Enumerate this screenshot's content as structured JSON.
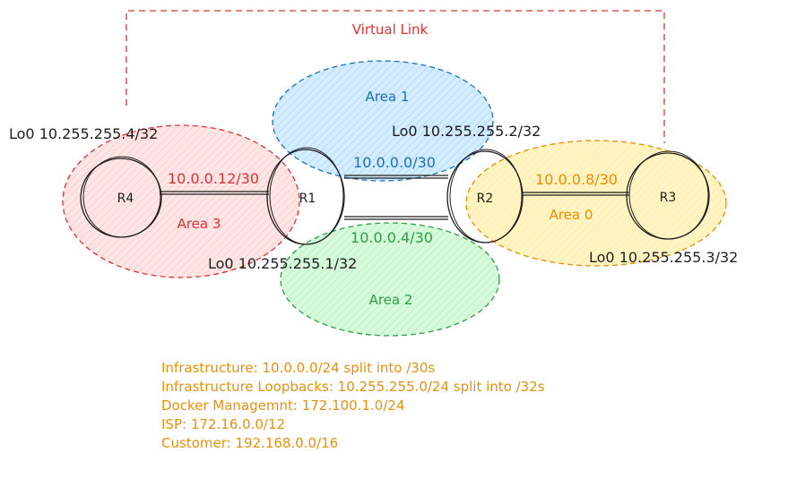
{
  "virtual_link": {
    "label": "Virtual Link",
    "color": "#e03131"
  },
  "areas": [
    {
      "id": "area1",
      "label": "Area 1",
      "stroke": "#1971c2",
      "fill": "#a5d8ff"
    },
    {
      "id": "area3",
      "label": "Area 3",
      "stroke": "#e03131",
      "fill": "#ffc9c9"
    },
    {
      "id": "area2",
      "label": "Area 2",
      "stroke": "#2f9e44",
      "fill": "#b2f2bb"
    },
    {
      "id": "area0",
      "label": "Area 0",
      "stroke": "#f08c00",
      "fill": "#ffec99"
    }
  ],
  "routers": [
    {
      "id": "r4",
      "label": "R4",
      "loopback": "Lo0 10.255.255.4/32"
    },
    {
      "id": "r1",
      "label": "R1",
      "loopback": "Lo0 10.255.255.1/32"
    },
    {
      "id": "r2",
      "label": "R2",
      "loopback": "Lo0 10.255.255.2/32"
    },
    {
      "id": "r3",
      "label": "R3",
      "loopback": "Lo0 10.255.255.3/32"
    }
  ],
  "links": [
    {
      "id": "r4-r1",
      "label": "10.0.0.12/30",
      "color": "#e03131"
    },
    {
      "id": "r1-r2-a",
      "label": "10.0.0.0/30",
      "color": "#1971c2"
    },
    {
      "id": "r1-r2-b",
      "label": "10.0.0.4/30",
      "color": "#2f9e44"
    },
    {
      "id": "r2-r3",
      "label": "10.0.0.8/30",
      "color": "#f08c00"
    }
  ],
  "notes": {
    "color": "#e8900a",
    "lines": [
      "Infrastructure: 10.0.0.0/24 split into /30s",
      "Infrastructure Loopbacks: 10.255.255.0/24 split into /32s",
      "Docker Managemnt: 172.100.1.0/24",
      "ISP: 172.16.0.0/12",
      "Customer: 192.168.0.0/16"
    ]
  }
}
